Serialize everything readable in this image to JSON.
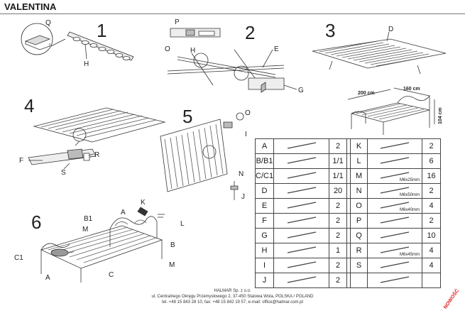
{
  "title": "VALENTINA",
  "steps": [
    "1",
    "2",
    "3",
    "4",
    "5",
    "6"
  ],
  "callouts": {
    "step1": [
      "Q",
      "H"
    ],
    "step2": [
      "P",
      "O",
      "H",
      "E",
      "G"
    ],
    "step3": [
      "D"
    ],
    "step4": [
      "F",
      "S",
      "R"
    ],
    "step5": [
      "O",
      "I",
      "N",
      "J"
    ],
    "step6": [
      "K",
      "B1",
      "A",
      "M",
      "L",
      "B",
      "C1",
      "A",
      "C",
      "M"
    ]
  },
  "dimensions": {
    "length": "200 cm",
    "width": "160 cm",
    "height": "104 cm"
  },
  "parts": [
    {
      "l": "A",
      "q": "2",
      "r": "K",
      "rq": "2",
      "rsize": ""
    },
    {
      "l": "B/B1",
      "q": "1/1",
      "r": "L",
      "rq": "6",
      "rsize": ""
    },
    {
      "l": "C/C1",
      "q": "1/1",
      "r": "M",
      "rq": "16",
      "rsize": "M6x25mm"
    },
    {
      "l": "D",
      "q": "20",
      "r": "N",
      "rq": "2",
      "rsize": "M6x50mm"
    },
    {
      "l": "E",
      "q": "2",
      "r": "O",
      "rq": "4",
      "rsize": "M6x40mm"
    },
    {
      "l": "F",
      "q": "2",
      "r": "P",
      "rq": "2",
      "rsize": ""
    },
    {
      "l": "G",
      "q": "2",
      "r": "Q",
      "rq": "10",
      "rsize": ""
    },
    {
      "l": "H",
      "q": "1",
      "r": "R",
      "rq": "4",
      "rsize": "M6x45mm"
    },
    {
      "l": "I",
      "q": "2",
      "r": "S",
      "rq": "4",
      "rsize": ""
    },
    {
      "l": "J",
      "q": "2",
      "r": "",
      "rq": "",
      "rsize": ""
    }
  ],
  "footer": {
    "line1": "HALMAR Sp. z o.o.",
    "line2": "ul. Centralnego Okręgu Przemysłowego 2, 37-450 Stalowa Wola, POLSKA / POLAND",
    "line3": "tel. +48 15 843 28 10, fax: +48 15 842 19 57, e-mail: office@halmar.com.pl"
  },
  "stamp": "NOWOŚĆ"
}
